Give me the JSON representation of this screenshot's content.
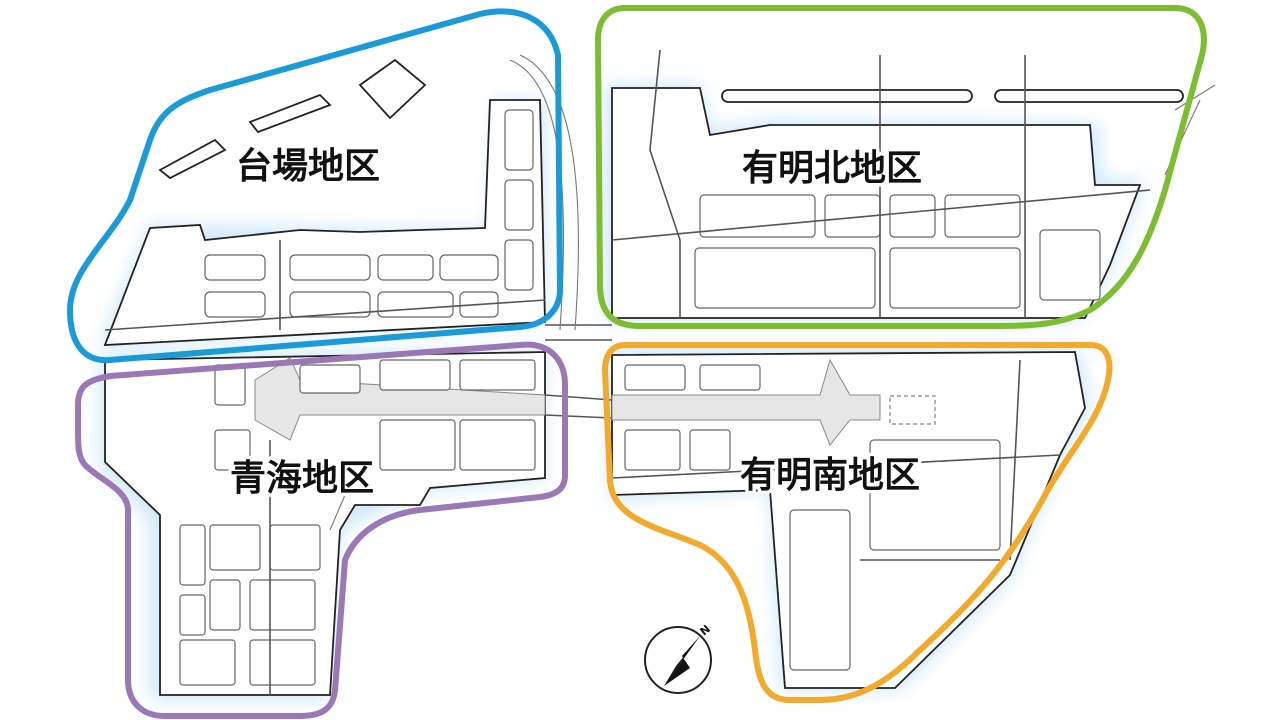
{
  "districts": [
    {
      "id": "daiba",
      "label": "台場地区",
      "border_color": "#1a9ad6"
    },
    {
      "id": "ariake-north",
      "label": "有明北地区",
      "border_color": "#7cbd31"
    },
    {
      "id": "aomi",
      "label": "青海地区",
      "border_color": "#9a78b5"
    },
    {
      "id": "ariake-south",
      "label": "有明南地区",
      "border_color": "#f2a92c"
    }
  ],
  "colors": {
    "land_glow": "#cfe8f8",
    "roads": "#555555",
    "plaza": "#e6e6e6"
  },
  "compass": {
    "icon": "north-arrow-icon",
    "label": "N"
  }
}
